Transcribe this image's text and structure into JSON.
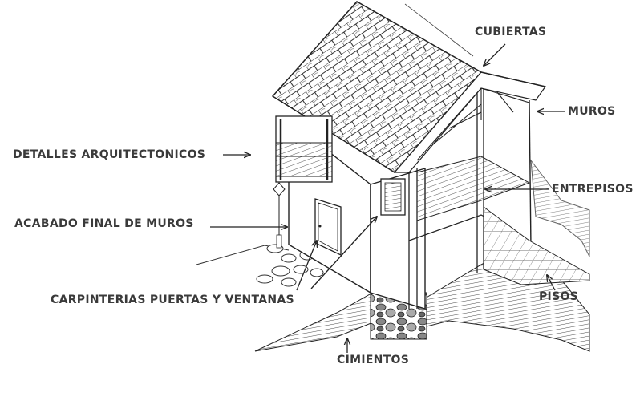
{
  "labels": {
    "cubiertas": "CUBIERTAS",
    "muros": "MUROS",
    "detalles": "DETALLES ARQUITECTONICOS",
    "entrepisos": "ENTREPISOS",
    "acabado": "ACABADO FINAL DE MUROS",
    "carpinterias": "CARPINTERIAS PUERTAS Y VENTANAS",
    "pisos": "PISOS",
    "cimientos": "CIMIENTOS"
  },
  "colors": {
    "ink": "#2b2b2b",
    "label": "#3a3a3a"
  }
}
